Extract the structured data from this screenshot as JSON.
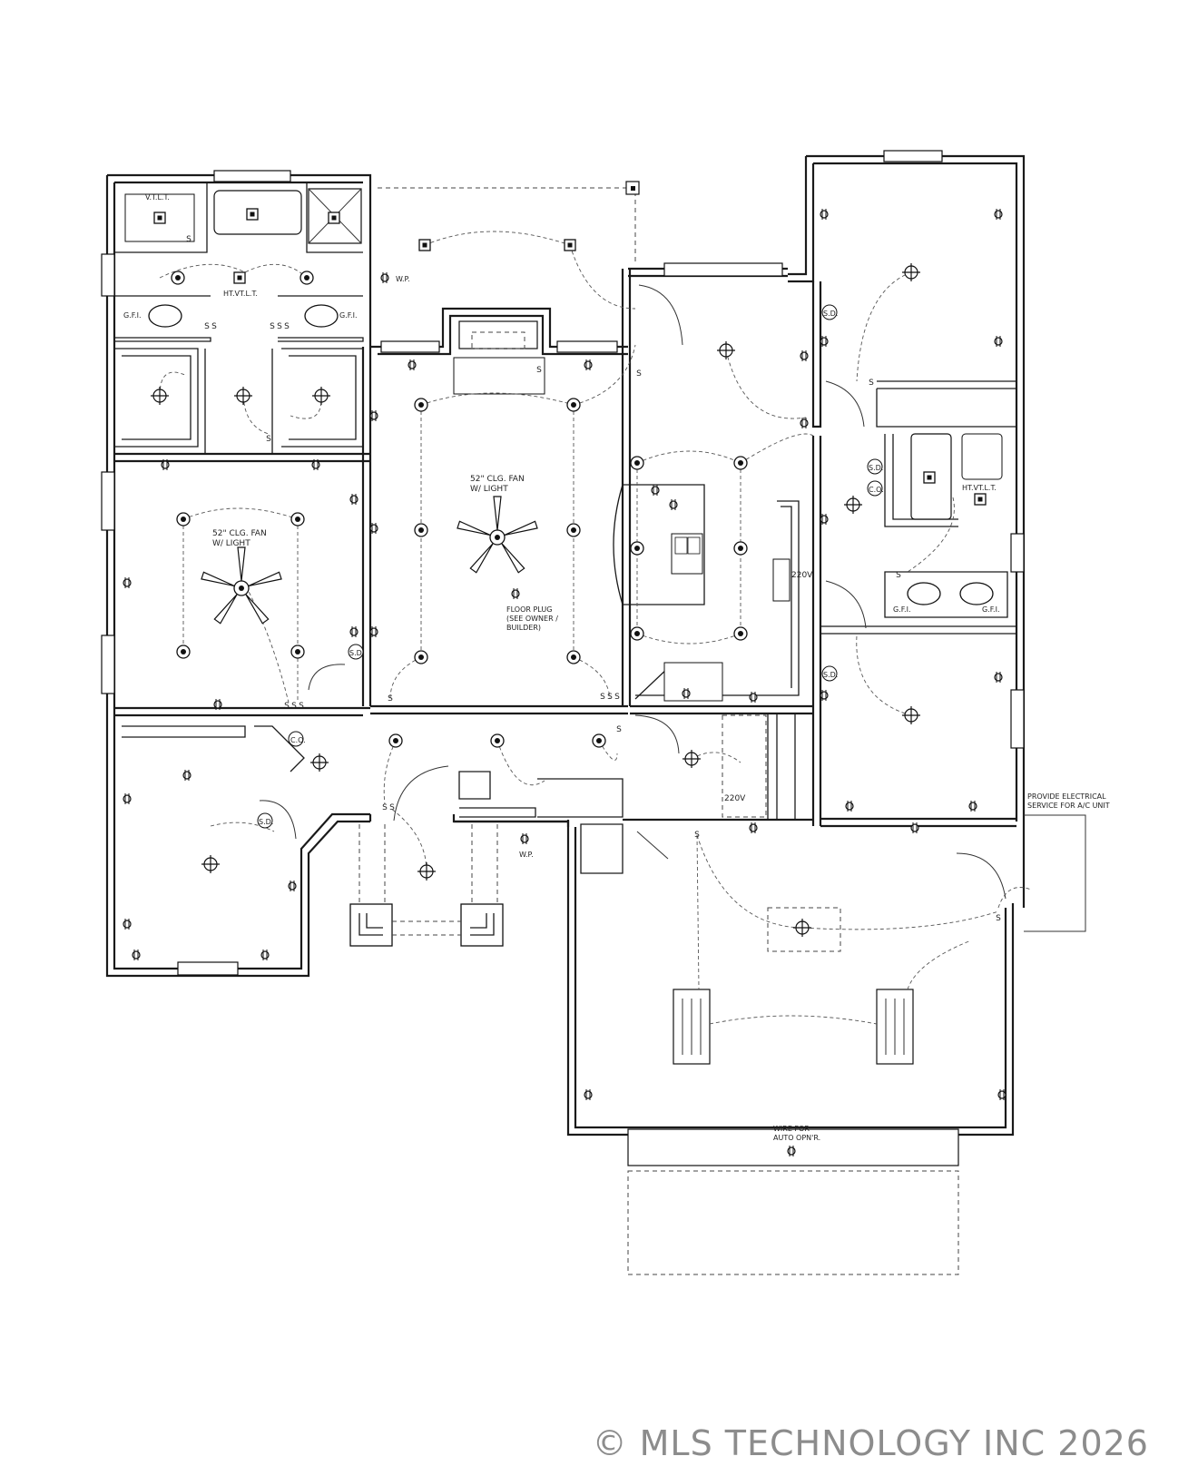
{
  "labels": {
    "vtlt_top": "V.T.L.T.",
    "htvtlt_master": "HT.VT.L.T.",
    "gfi_master_left": "G.F.I.",
    "gfi_master_right": "G.F.I.",
    "wp_patio": "W.P.",
    "fan_living_line1": "52\" CLG. FAN",
    "fan_living_line2": "W/ LIGHT",
    "fan_master_line1": "52\" CLG. FAN",
    "fan_master_line2": "W/ LIGHT",
    "floor_plug_line1": "FLOOR PLUG",
    "floor_plug_line2": "(SEE OWNER /",
    "floor_plug_line3": "BUILDER)",
    "sd_master": "S.D.",
    "sd_hall": "S.D.",
    "co_hall": "C.O.",
    "sd_bed1": "S.D.",
    "sd_bed2": "S.D.",
    "sd_hall2": "S.D.",
    "co_hall2": "C.O.",
    "htvtlt_bath2": "HT.VT.L.T.",
    "gfi_bath2_left": "G.F.I.",
    "gfi_bath2_right": "G.F.I.",
    "kitchen_220v": "220V",
    "laundry_220v": "220V",
    "wp_front": "W.P.",
    "ac_service_line1": "PROVIDE ELECTRICAL",
    "ac_service_line2": "SERVICE FOR A/C UNIT",
    "garage_opener_line1": "WIRE FOR",
    "garage_opener_line2": "AUTO OPN'R."
  },
  "watermark": "© MLS TECHNOLOGY INC 2026"
}
